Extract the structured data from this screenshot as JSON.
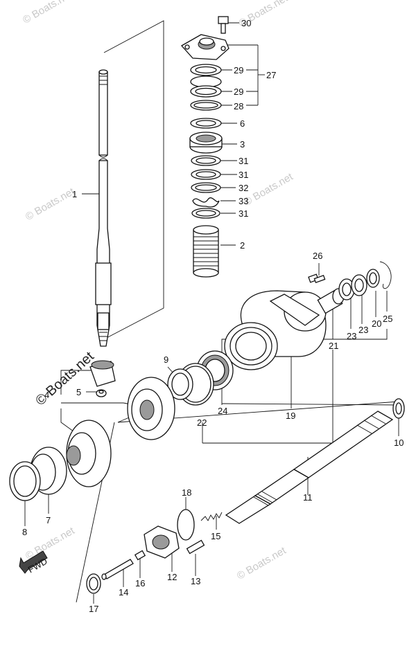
{
  "watermark": {
    "text": "© Boats.net",
    "color": "#c9c9c9"
  },
  "fwd_label": "FWD",
  "callouts": {
    "p30": "30",
    "p29a": "29",
    "p27": "27",
    "p29b": "29",
    "p28": "28",
    "p6": "6",
    "p3": "3",
    "p31a": "31",
    "p31b": "31",
    "p32": "32",
    "p33": "33",
    "p31c": "31",
    "p2": "2",
    "p1": "1",
    "p26": "26",
    "p25": "25",
    "p20": "20",
    "p23a": "23",
    "p23b": "23",
    "p21": "21",
    "p9": "9",
    "p5": "5",
    "p4": "4",
    "p22": "22",
    "p24": "24",
    "p19": "19",
    "p10": "10",
    "p11": "11",
    "p8": "8",
    "p7": "7",
    "p18": "18",
    "p15": "15",
    "p12": "12",
    "p13": "13",
    "p16": "16",
    "p14": "14",
    "p17": "17"
  }
}
